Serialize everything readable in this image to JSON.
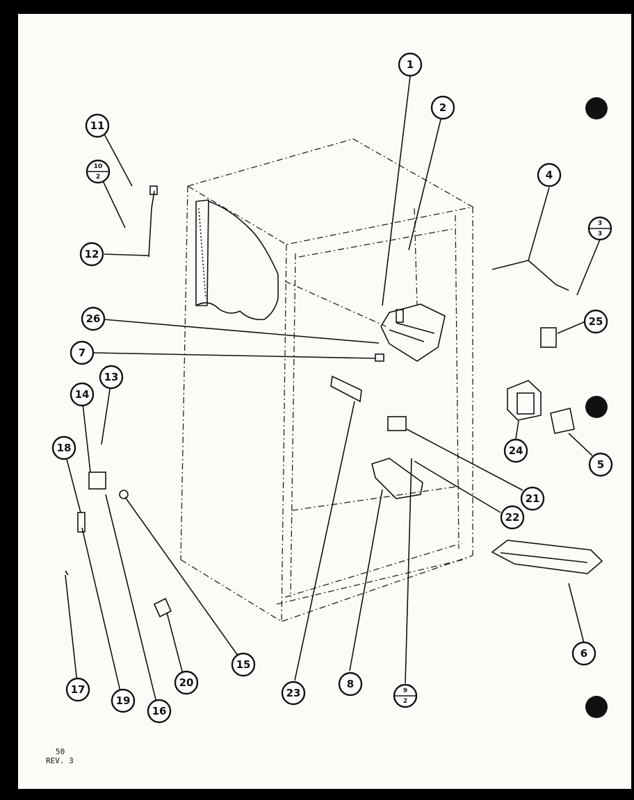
{
  "footer": {
    "page_number": "50",
    "revision": "REV. 3"
  },
  "callouts": {
    "c1": "1",
    "c2": "2",
    "c4": "4",
    "c5": "5",
    "c6": "6",
    "c7": "7",
    "c8": "8",
    "c11": "11",
    "c12": "12",
    "c13": "13",
    "c14": "14",
    "c15": "15",
    "c16": "16",
    "c17": "17",
    "c18": "18",
    "c19": "19",
    "c20": "20",
    "c21": "21",
    "c22": "22",
    "c23": "23",
    "c24": "24",
    "c25": "25",
    "c26": "26"
  },
  "fraction_callouts": {
    "f10_top": "10",
    "f10_bottom": "2",
    "f3_top": "3",
    "f3_bottom": "3",
    "f9_top": "9",
    "f9_bottom": "2"
  }
}
